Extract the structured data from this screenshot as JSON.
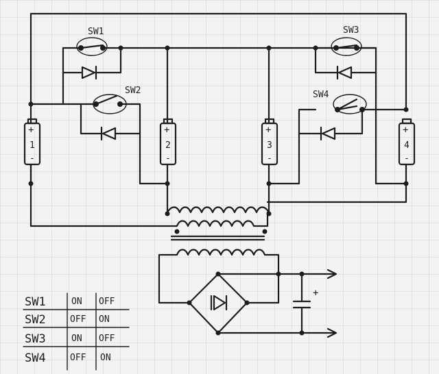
{
  "switches": {
    "sw1": "SW1",
    "sw2": "SW2",
    "sw3": "SW3",
    "sw4": "SW4"
  },
  "batteries": [
    {
      "number": "1",
      "plus": "+",
      "minus": "-"
    },
    {
      "number": "2",
      "plus": "+",
      "minus": "-"
    },
    {
      "number": "3",
      "plus": "+",
      "minus": "-"
    },
    {
      "number": "4",
      "plus": "+",
      "minus": "-"
    }
  ],
  "capacitor_plus": "+",
  "state_table": {
    "rows": [
      {
        "switch": "SW1",
        "state_a": "ON",
        "state_b": "OFF"
      },
      {
        "switch": "SW2",
        "state_a": "OFF",
        "state_b": "ON"
      },
      {
        "switch": "SW3",
        "state_a": "ON",
        "state_b": "OFF"
      },
      {
        "switch": "SW4",
        "state_a": "OFF",
        "state_b": "ON"
      }
    ]
  }
}
